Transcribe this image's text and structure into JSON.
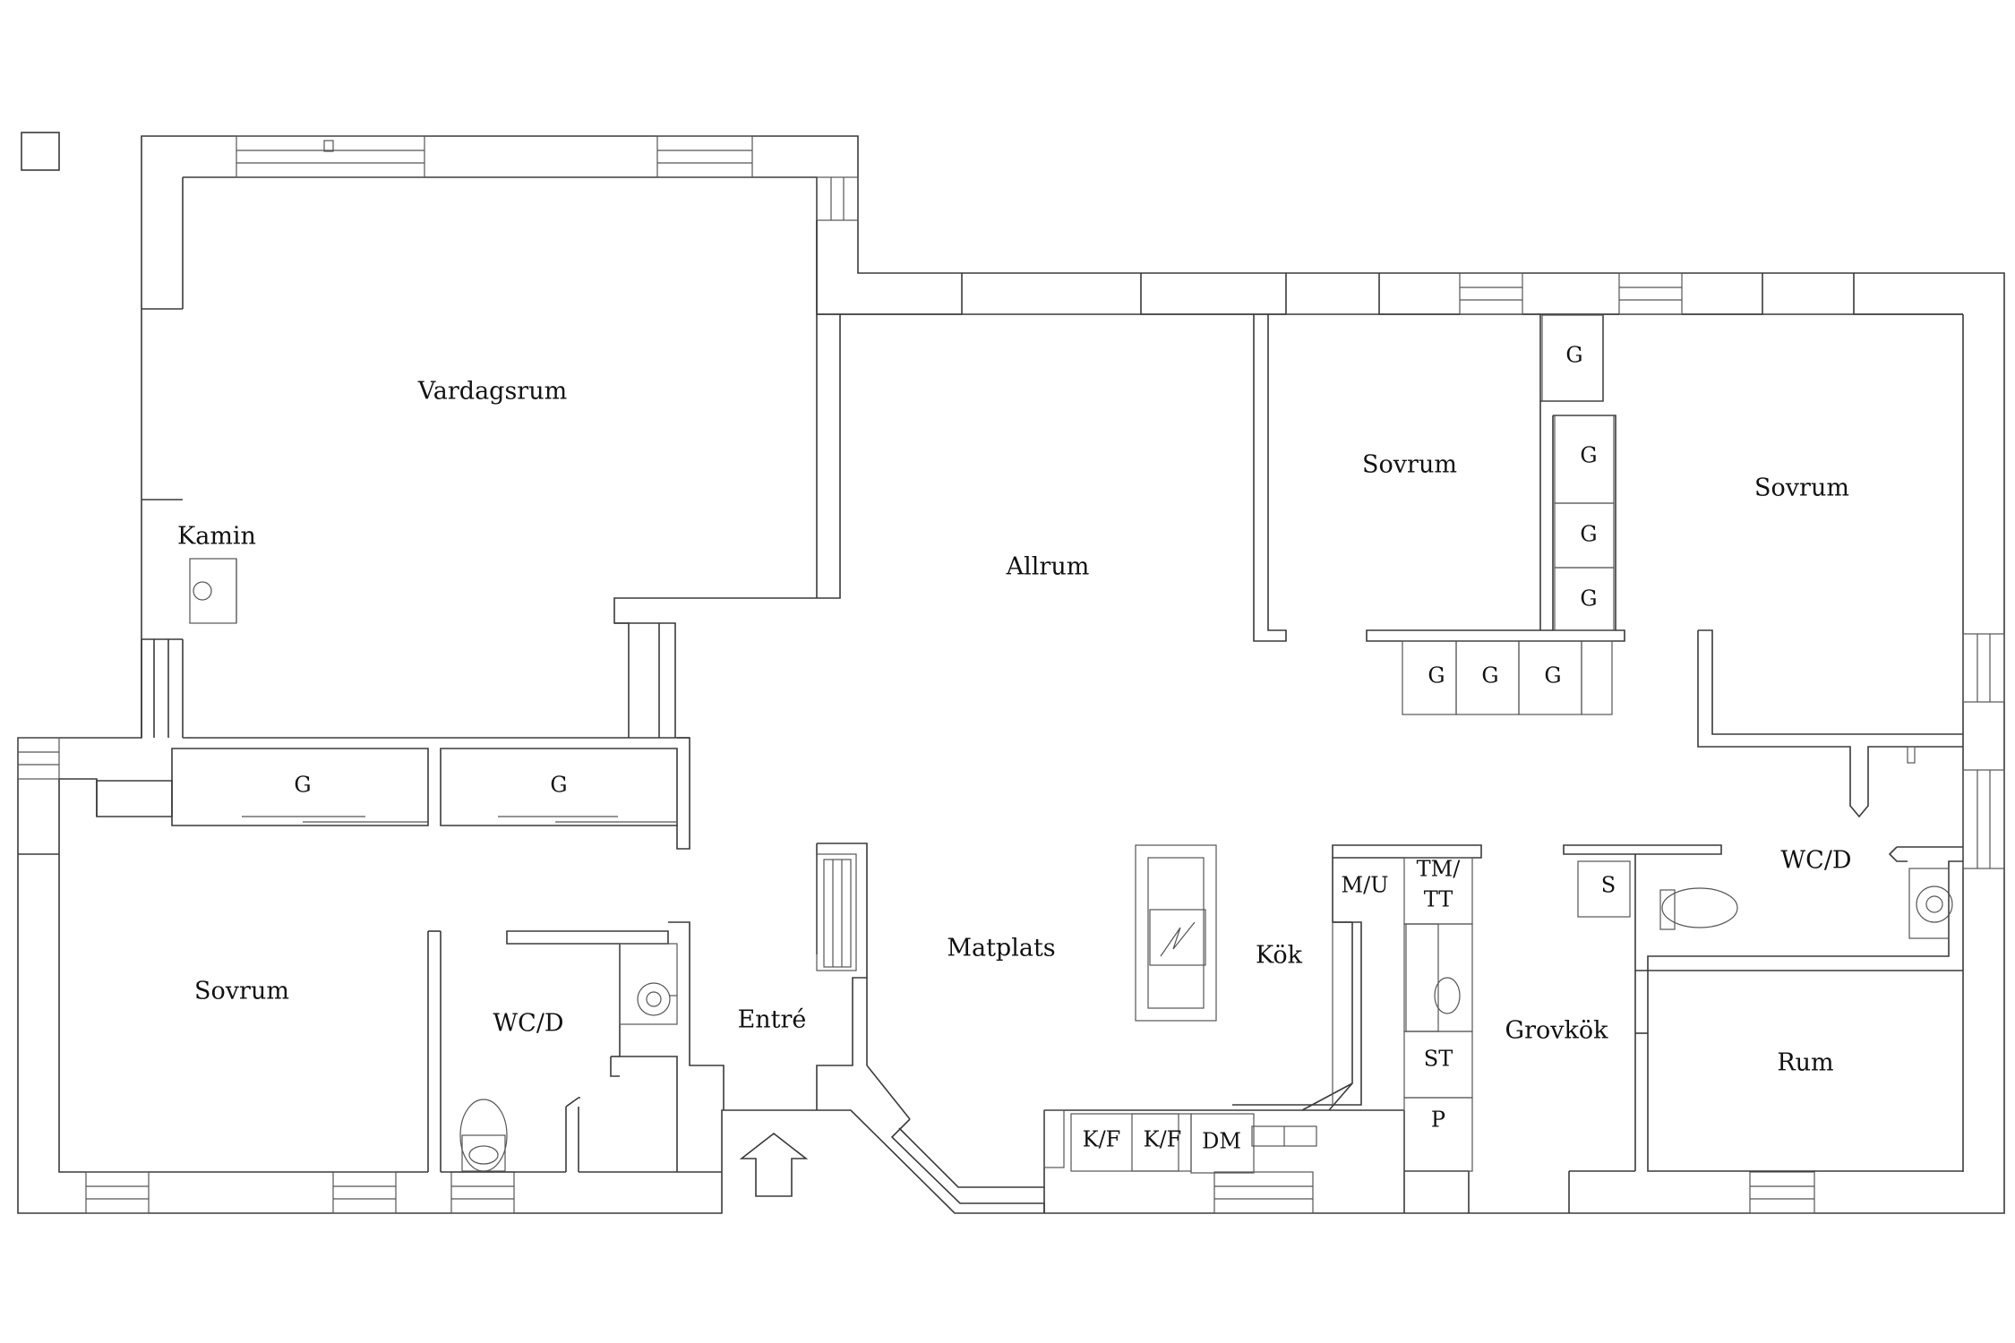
{
  "rooms": {
    "vardagsrum": "Vardagsrum",
    "kamin": "Kamin",
    "allrum": "Allrum",
    "sovrum_1": "Sovrum",
    "sovrum_2": "Sovrum",
    "sovrum_3": "Sovrum",
    "wc_d_1": "WC/D",
    "wc_d_2": "WC/D",
    "entre": "Entré",
    "matplats": "Matplats",
    "kok": "Kök",
    "grovkok": "Grovkök",
    "rum": "Rum"
  },
  "storage": {
    "g_tall": "G",
    "g_stack_1": "G",
    "g_stack_2": "G",
    "g_stack_3": "G",
    "g_row_1": "G",
    "g_row_2": "G",
    "g_row_3": "G",
    "g_wide_1": "G",
    "g_wide_2": "G",
    "s": "S"
  },
  "appliances": {
    "m_u": "M/U",
    "tm_tt_line1": "TM/",
    "tm_tt_line2": "TT",
    "st": "ST",
    "p": "P",
    "kf_1": "K/F",
    "kf_2": "K/F",
    "dm": "DM"
  },
  "colors": {
    "wall": "#3a3a3a",
    "background": "#ffffff"
  }
}
